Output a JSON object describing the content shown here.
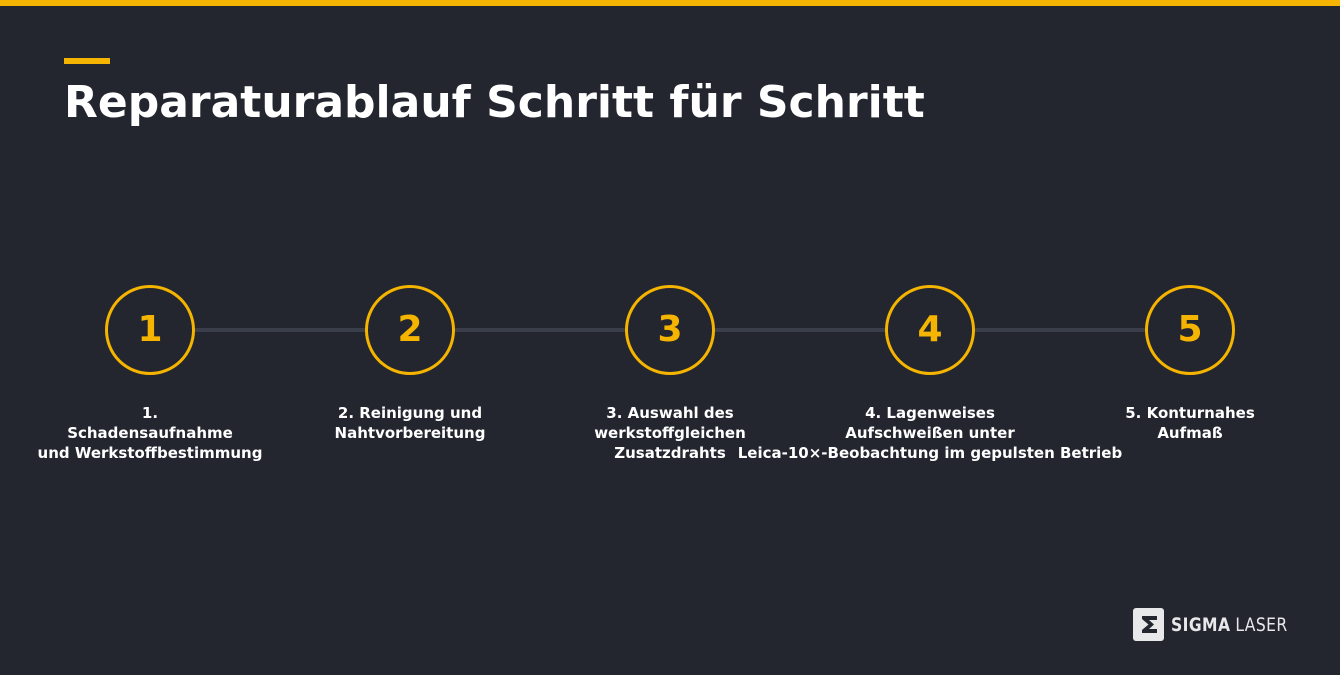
{
  "colors": {
    "background": "#23262f",
    "accent": "#f4b400",
    "connector": "#3a3e4a",
    "text": "#ffffff"
  },
  "title": "Reparaturablauf Schritt für Schritt",
  "steps": [
    {
      "number": "1",
      "label": "1.\nSchadensaufnahme\nund Werkstoffbestimmung"
    },
    {
      "number": "2",
      "label": "2. Reinigung und\nNahtvorbereitung"
    },
    {
      "number": "3",
      "label": "3. Auswahl des\nwerkstoffgleichen\nZusatzdrahts"
    },
    {
      "number": "4",
      "label": "4. Lagenweises\nAufschweißen unter\nLeica-10×-Beobachtung im gepulsten Betrieb"
    },
    {
      "number": "5",
      "label": "5. Konturnahes\nAufmaß"
    }
  ],
  "logo": {
    "icon": "sigma-logo-icon",
    "name_bold": "SIGMA",
    "name_light": "LASER"
  }
}
